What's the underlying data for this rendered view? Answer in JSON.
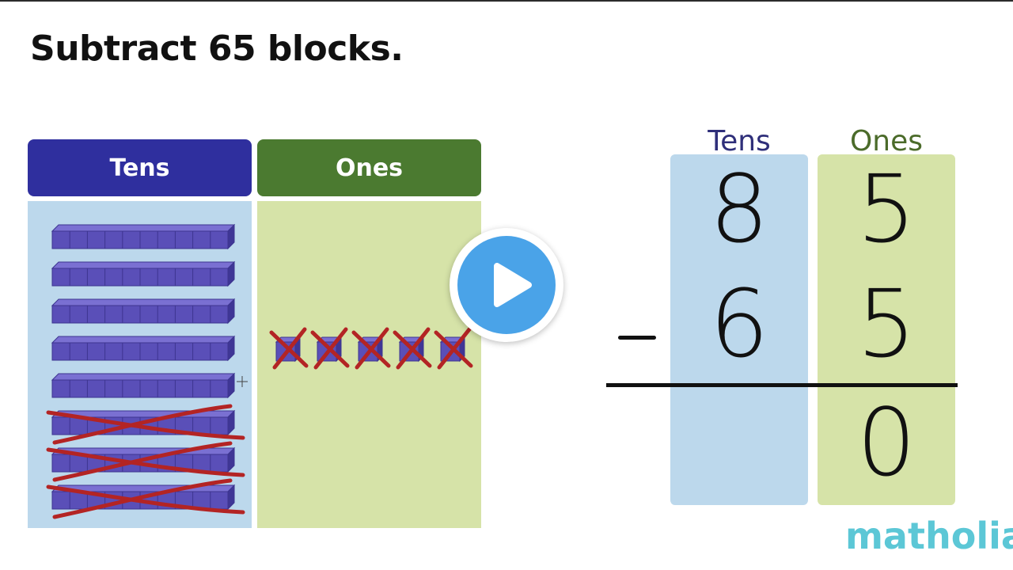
{
  "title": "Subtract 65 blocks.",
  "place_value_chart": {
    "tens_header": "Tens",
    "ones_header": "Ones",
    "tens_rods": 8,
    "tens_rods_crossed": 3,
    "ones_cubes": 5,
    "ones_cubes_crossed": 5
  },
  "column_subtraction": {
    "tens_label": "Tens",
    "ones_label": "Ones",
    "top_tens": "8",
    "top_ones": "5",
    "bottom_tens": "6",
    "bottom_ones": "5",
    "result_ones": "0"
  },
  "logo": "matholia",
  "colors": {
    "tens_header": "#2f2f9e",
    "ones_header": "#4b7a30",
    "tens_panel": "#bcd8ec",
    "ones_panel": "#d6e3a8",
    "block": "#5a4fb8",
    "cross": "#b32424",
    "play": "#4aa3e8"
  },
  "icons": {
    "play": "play-icon",
    "cursor": "crosshair-cursor-icon"
  }
}
